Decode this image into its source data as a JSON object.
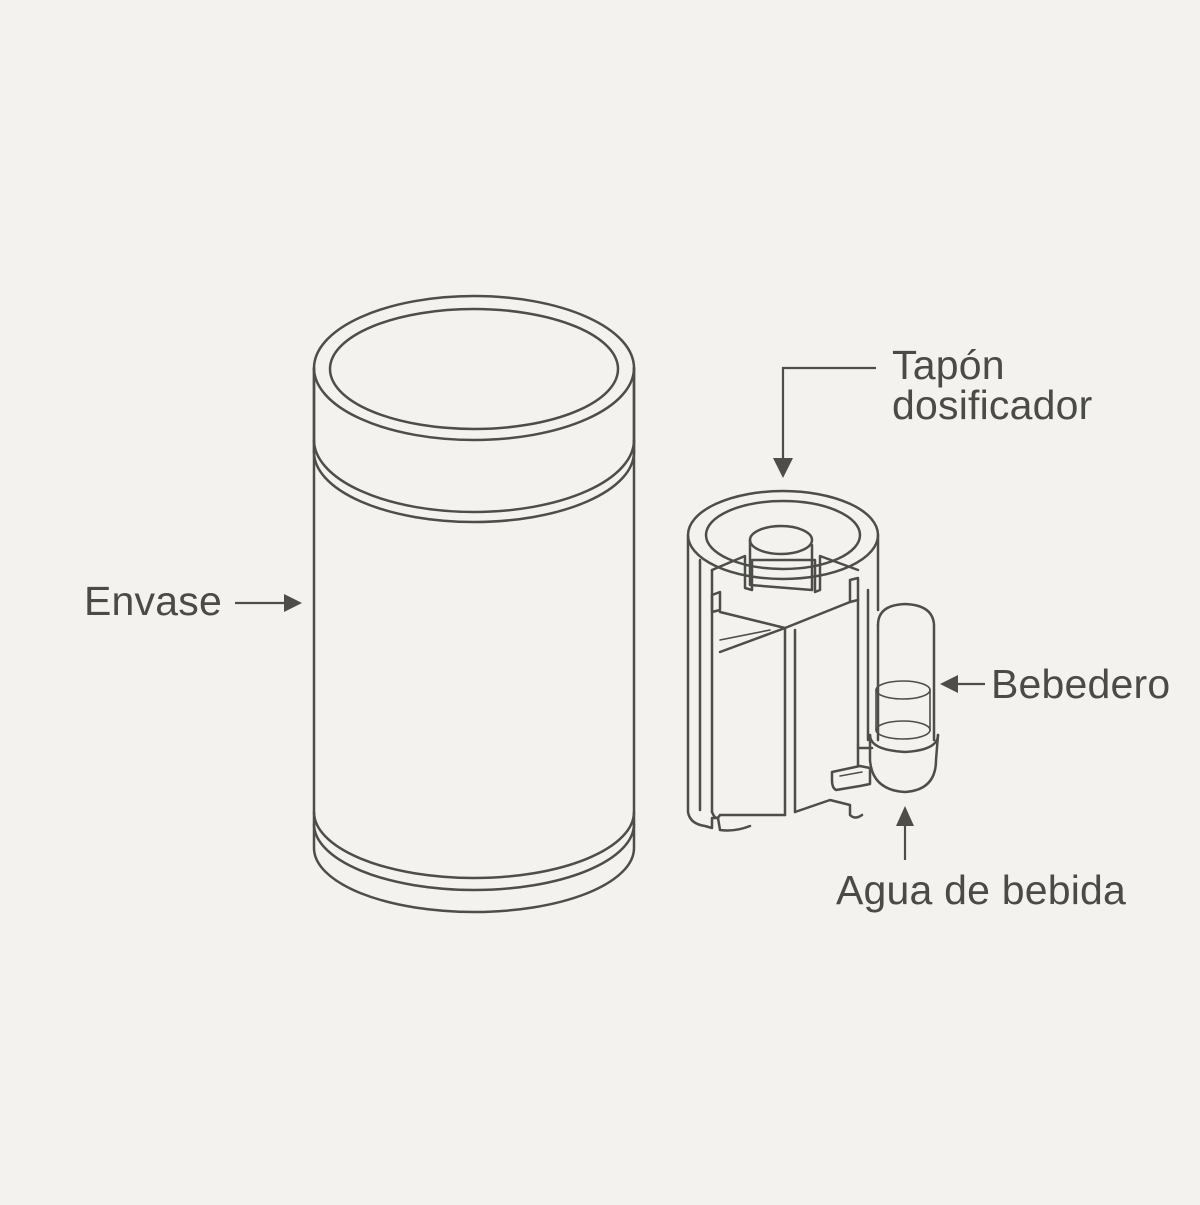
{
  "labels": {
    "container": "Envase",
    "dosing_cap_line1": "Tapón",
    "dosing_cap_line2": "dosificador",
    "drinker": "Bebedero",
    "drinking_water": "Agua de bebida"
  },
  "colors": {
    "background": "#f3f2ee",
    "line": "#4d4d4a",
    "text": "#4a4a47"
  }
}
